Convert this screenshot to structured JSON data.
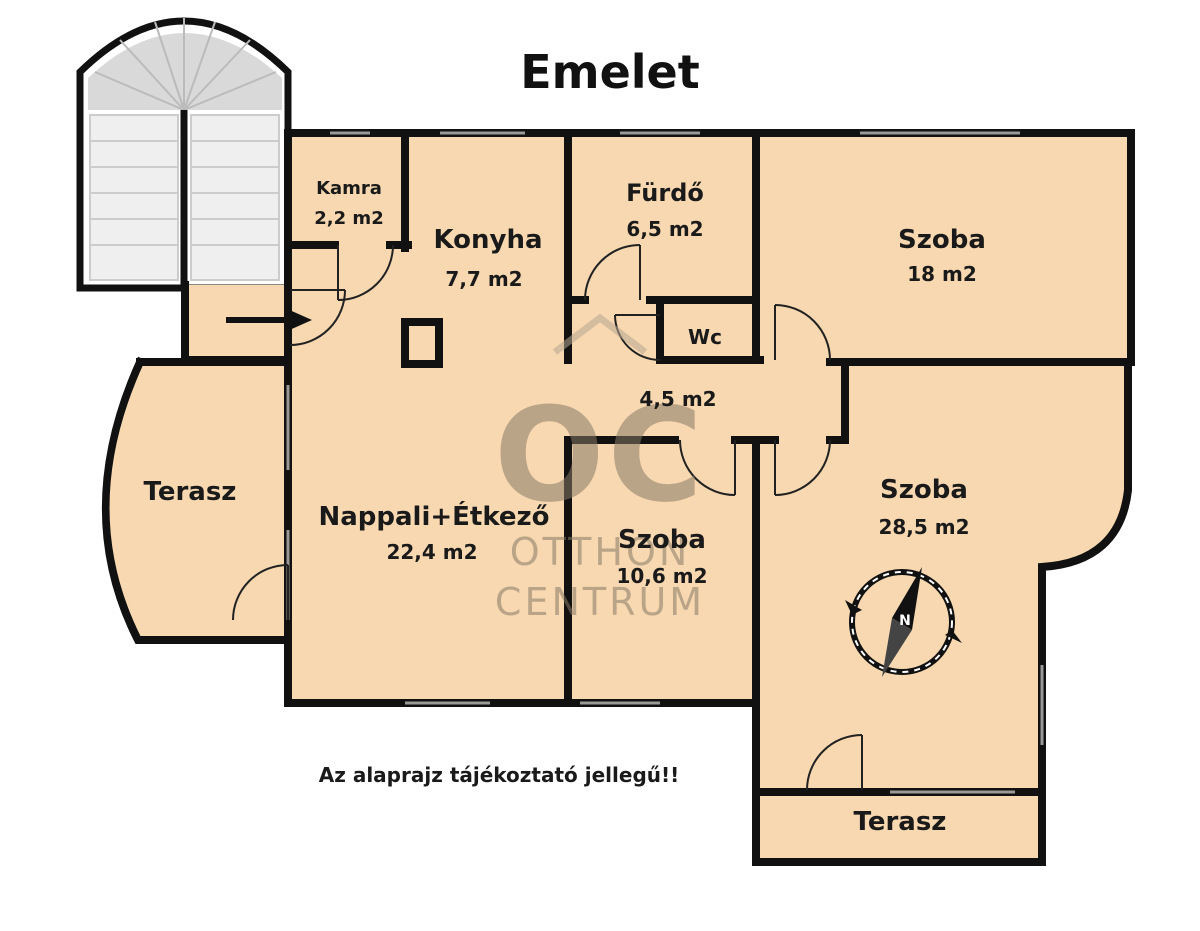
{
  "title": "Emelet",
  "disclaimer": "Az alaprajz tájékoztató jellegű!!",
  "watermark": {
    "logo": "OC",
    "line1": "OTTHON",
    "line2": "CENTRUM"
  },
  "rooms": [
    {
      "id": "kamra",
      "name": "Kamra",
      "area": "2,2 m2"
    },
    {
      "id": "konyha",
      "name": "Konyha",
      "area": "7,7 m2"
    },
    {
      "id": "furdo",
      "name": "Fürdő",
      "area": "6,5 m2"
    },
    {
      "id": "szoba-ne",
      "name": "Szoba",
      "area": "18 m2"
    },
    {
      "id": "wc",
      "name": "Wc",
      "area": ""
    },
    {
      "id": "hall",
      "name": "",
      "area": "4,5 m2"
    },
    {
      "id": "terasz-w",
      "name": "Terasz",
      "area": ""
    },
    {
      "id": "nappali",
      "name": "Nappali+Étkező",
      "area": "22,4 m2"
    },
    {
      "id": "szoba-mid",
      "name": "Szoba",
      "area": "10,6 m2"
    },
    {
      "id": "szoba-se",
      "name": "Szoba",
      "area": "28,5 m2"
    },
    {
      "id": "terasz-s",
      "name": "Terasz",
      "area": ""
    }
  ],
  "compass": {
    "north_label": "N"
  },
  "colors": {
    "floor": "#f7d8b0",
    "wall": "#111111",
    "background": "#ffffff",
    "watermark": "#8a7a66"
  }
}
